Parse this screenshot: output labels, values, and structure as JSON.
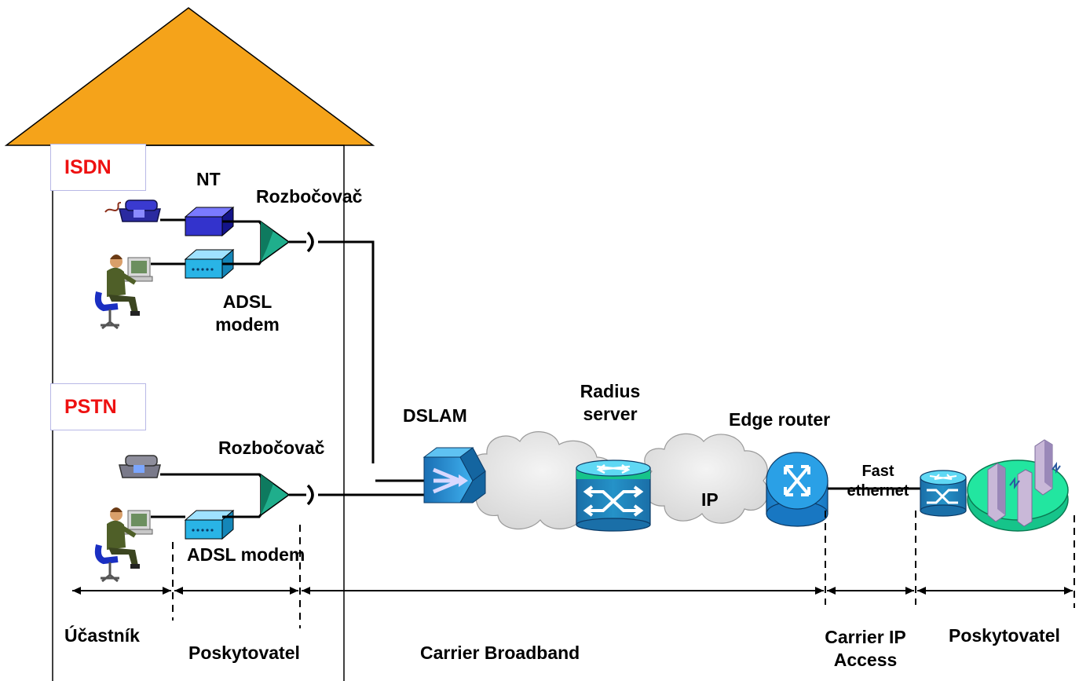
{
  "labels": {
    "isdn": "ISDN",
    "pstn": "PSTN",
    "nt": "NT",
    "splitter_top": "Rozbočovač",
    "splitter_bottom": "Rozbočovač",
    "adsl_modem_top": "ADSL\nmodem",
    "adsl_modem_bottom": "ADSL modem",
    "dslam": "DSLAM",
    "radius_server": "Radius\nserver",
    "ip": "IP",
    "edge_router": "Edge router",
    "fast_ethernet": "Fast\nethernet",
    "ucastnik": "Účastník",
    "poskytovatel_left": "Poskytovatel",
    "carrier_broadband": "Carrier Broadband",
    "carrier_ip_access": "Carrier IP\nAccess",
    "poskytovatel_right": "Poskytovatel"
  },
  "colors": {
    "roof": "#f5a31a",
    "isdn_pstn": "#ee1111",
    "nt_box": "#3333cc",
    "adsl_box": "#29b4e6",
    "splitter": "#1fae8c",
    "dslam": "#1e8fd6",
    "cloud": "#e6e6e6",
    "router": "#1f8ed6",
    "server_ring": "#16c48a"
  },
  "icons": [
    "house-roof",
    "isdn-phone-icon",
    "pstn-phone-icon",
    "user-at-computer-icon",
    "nt-box-icon",
    "adsl-modem-icon",
    "splitter-icon",
    "dslam-icon",
    "cloud-icon",
    "switch-icon",
    "router-icon",
    "server-farm-icon"
  ]
}
